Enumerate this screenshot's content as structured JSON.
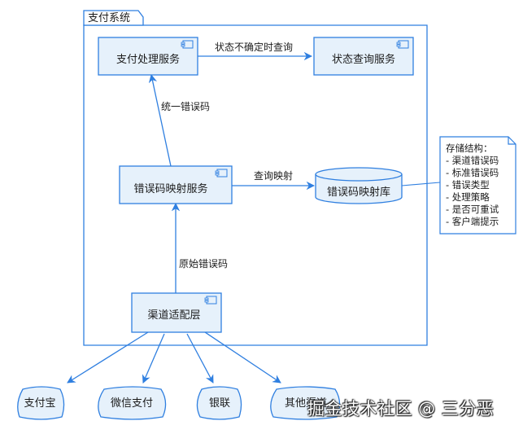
{
  "group": {
    "title": "支付系统"
  },
  "nodes": {
    "payment_service": "支付处理服务",
    "status_query_service": "状态查询服务",
    "error_mapping_service": "错误码映射服务",
    "error_mapping_db": "错误码映射库",
    "channel_adapter": "渠道适配层"
  },
  "channels": [
    "支付宝",
    "微信支付",
    "银联",
    "其他渠道"
  ],
  "edges": {
    "uncertain_status_query": "状态不确定时查询",
    "unified_error_code": "统一错误码",
    "query_mapping": "查询映射",
    "raw_error_code": "原始错误码"
  },
  "note": {
    "title": "存储结构：",
    "items": [
      "- 渠道错误码",
      "- 标准错误码",
      "- 错误类型",
      "- 处理策略",
      "- 是否可重试",
      "- 客户端提示"
    ]
  },
  "watermark": "掘金技术社区 @ 三分恶",
  "colors": {
    "stroke": "#2f7fe0",
    "fill": "#e6f1fb"
  }
}
